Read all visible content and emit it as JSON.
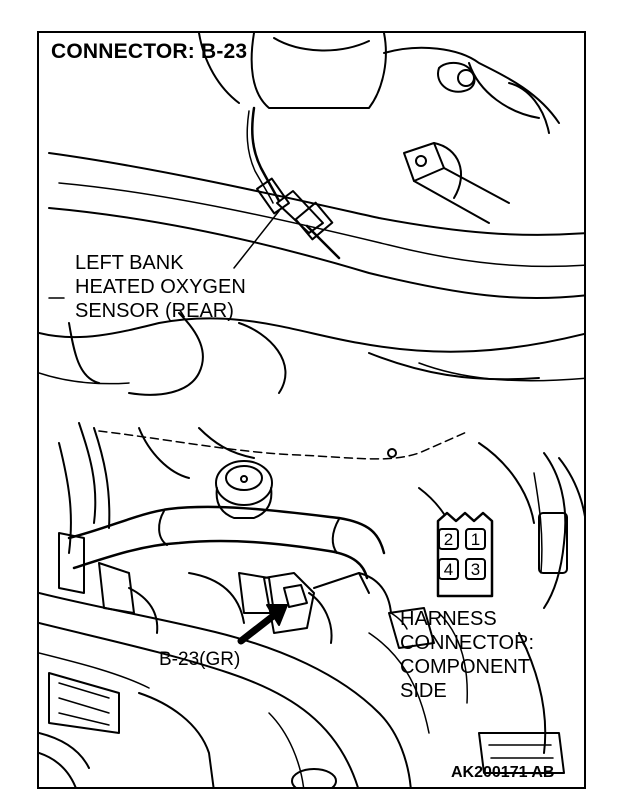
{
  "title": "CONNECTOR: B-23",
  "sensor_label": {
    "line1": "LEFT BANK",
    "line2": "HEATED OXYGEN",
    "line3": "SENSOR (REAR)"
  },
  "connector_label": "B-23(GR)",
  "harness_label": {
    "line1": "HARNESS",
    "line2": "CONNECTOR:",
    "line3": "COMPONENT",
    "line4": "SIDE"
  },
  "pins": [
    "2",
    "1",
    "4",
    "3"
  ],
  "figure_code": "AK200171 AB",
  "colors": {
    "ink": "#000000",
    "paper": "#ffffff"
  }
}
